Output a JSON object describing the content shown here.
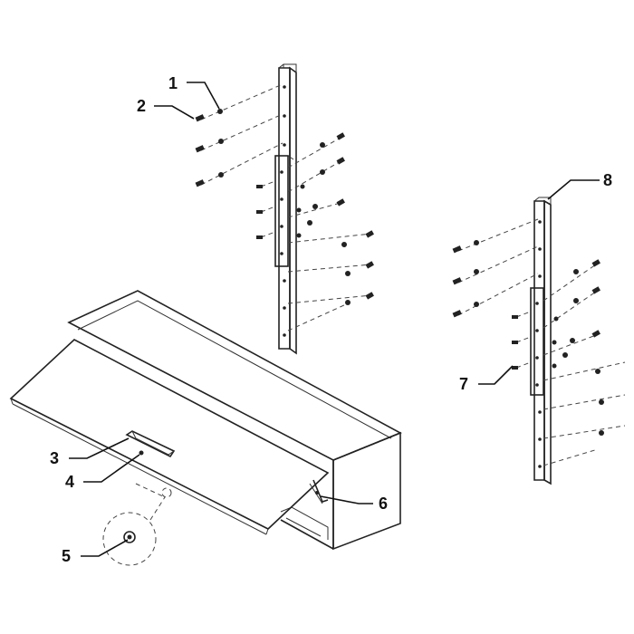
{
  "diagram": {
    "type": "exploded-assembly",
    "callouts": [
      {
        "id": "c1",
        "label": "1"
      },
      {
        "id": "c2",
        "label": "2"
      },
      {
        "id": "c3",
        "label": "3"
      },
      {
        "id": "c4",
        "label": "4"
      },
      {
        "id": "c5",
        "label": "5"
      },
      {
        "id": "c6",
        "label": "6"
      },
      {
        "id": "c7",
        "label": "7"
      },
      {
        "id": "c8",
        "label": "8"
      }
    ]
  }
}
